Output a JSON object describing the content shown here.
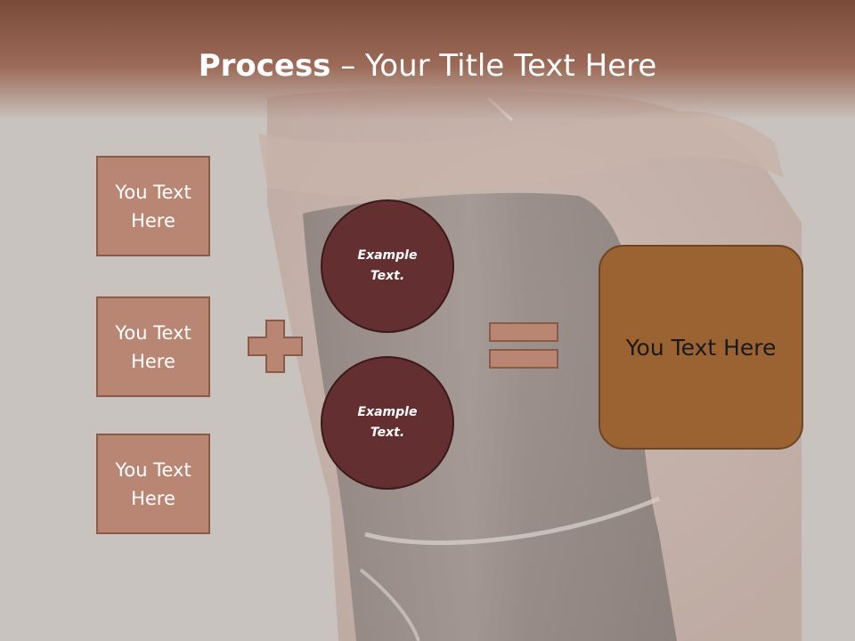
{
  "slide": {
    "title_bold": "Process",
    "title_rest": " – Your Title Text Here"
  },
  "left_boxes": [
    {
      "text": "You Text Here"
    },
    {
      "text": "You Text Here"
    },
    {
      "text": "You Text Here"
    }
  ],
  "circles": [
    {
      "text": "Example Text."
    },
    {
      "text": "Example Text."
    }
  ],
  "result": {
    "text": "You Text Here"
  },
  "icons": {
    "plus": "plus-icon",
    "equals": "equals-icon"
  },
  "colors": {
    "title_band": "#7a4a3a",
    "box_fill": "#b98673",
    "circle_fill": "#642f31",
    "result_fill": "#9a6331",
    "background": "#c9c3bf"
  }
}
